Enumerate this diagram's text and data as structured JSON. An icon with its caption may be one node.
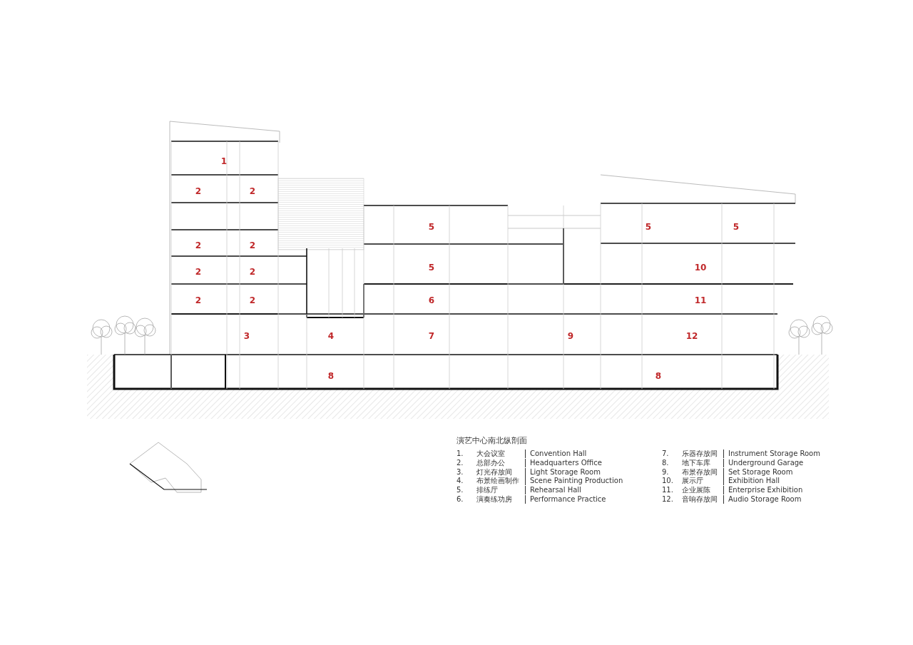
{
  "diagram": {
    "title": "演艺中心南北纵剖面",
    "labels": [
      "1",
      "2",
      "2",
      "5",
      "5",
      "5",
      "2",
      "2",
      "5",
      "10",
      "2",
      "2",
      "2",
      "2",
      "6",
      "11",
      "3",
      "4",
      "7",
      "9",
      "12",
      "8",
      "8",
      "1.",
      "大会议室",
      "Convention Hall",
      "7.",
      "乐器存放间",
      "Instrument Storage Room",
      "2.",
      "总部办公",
      "Headquarters Office",
      "8.",
      "地下车库",
      "Underground Garage",
      "3.",
      "灯光存放间",
      "Light Storage Room",
      "9.",
      "布景存放间",
      "Set Storage Room",
      "4.",
      "布景绘画制作",
      "Scene Painting Production",
      "10.",
      "展示厅",
      "Exhibition Hall",
      "5.",
      "排练厅",
      "Rehearsal Hall",
      "11.",
      "企业展陈",
      "Enterprise Exhibition",
      "6.",
      "演奏练功房",
      "Performance Practice",
      "12.",
      "音响存放间",
      "Audio Storage Room"
    ]
  }
}
